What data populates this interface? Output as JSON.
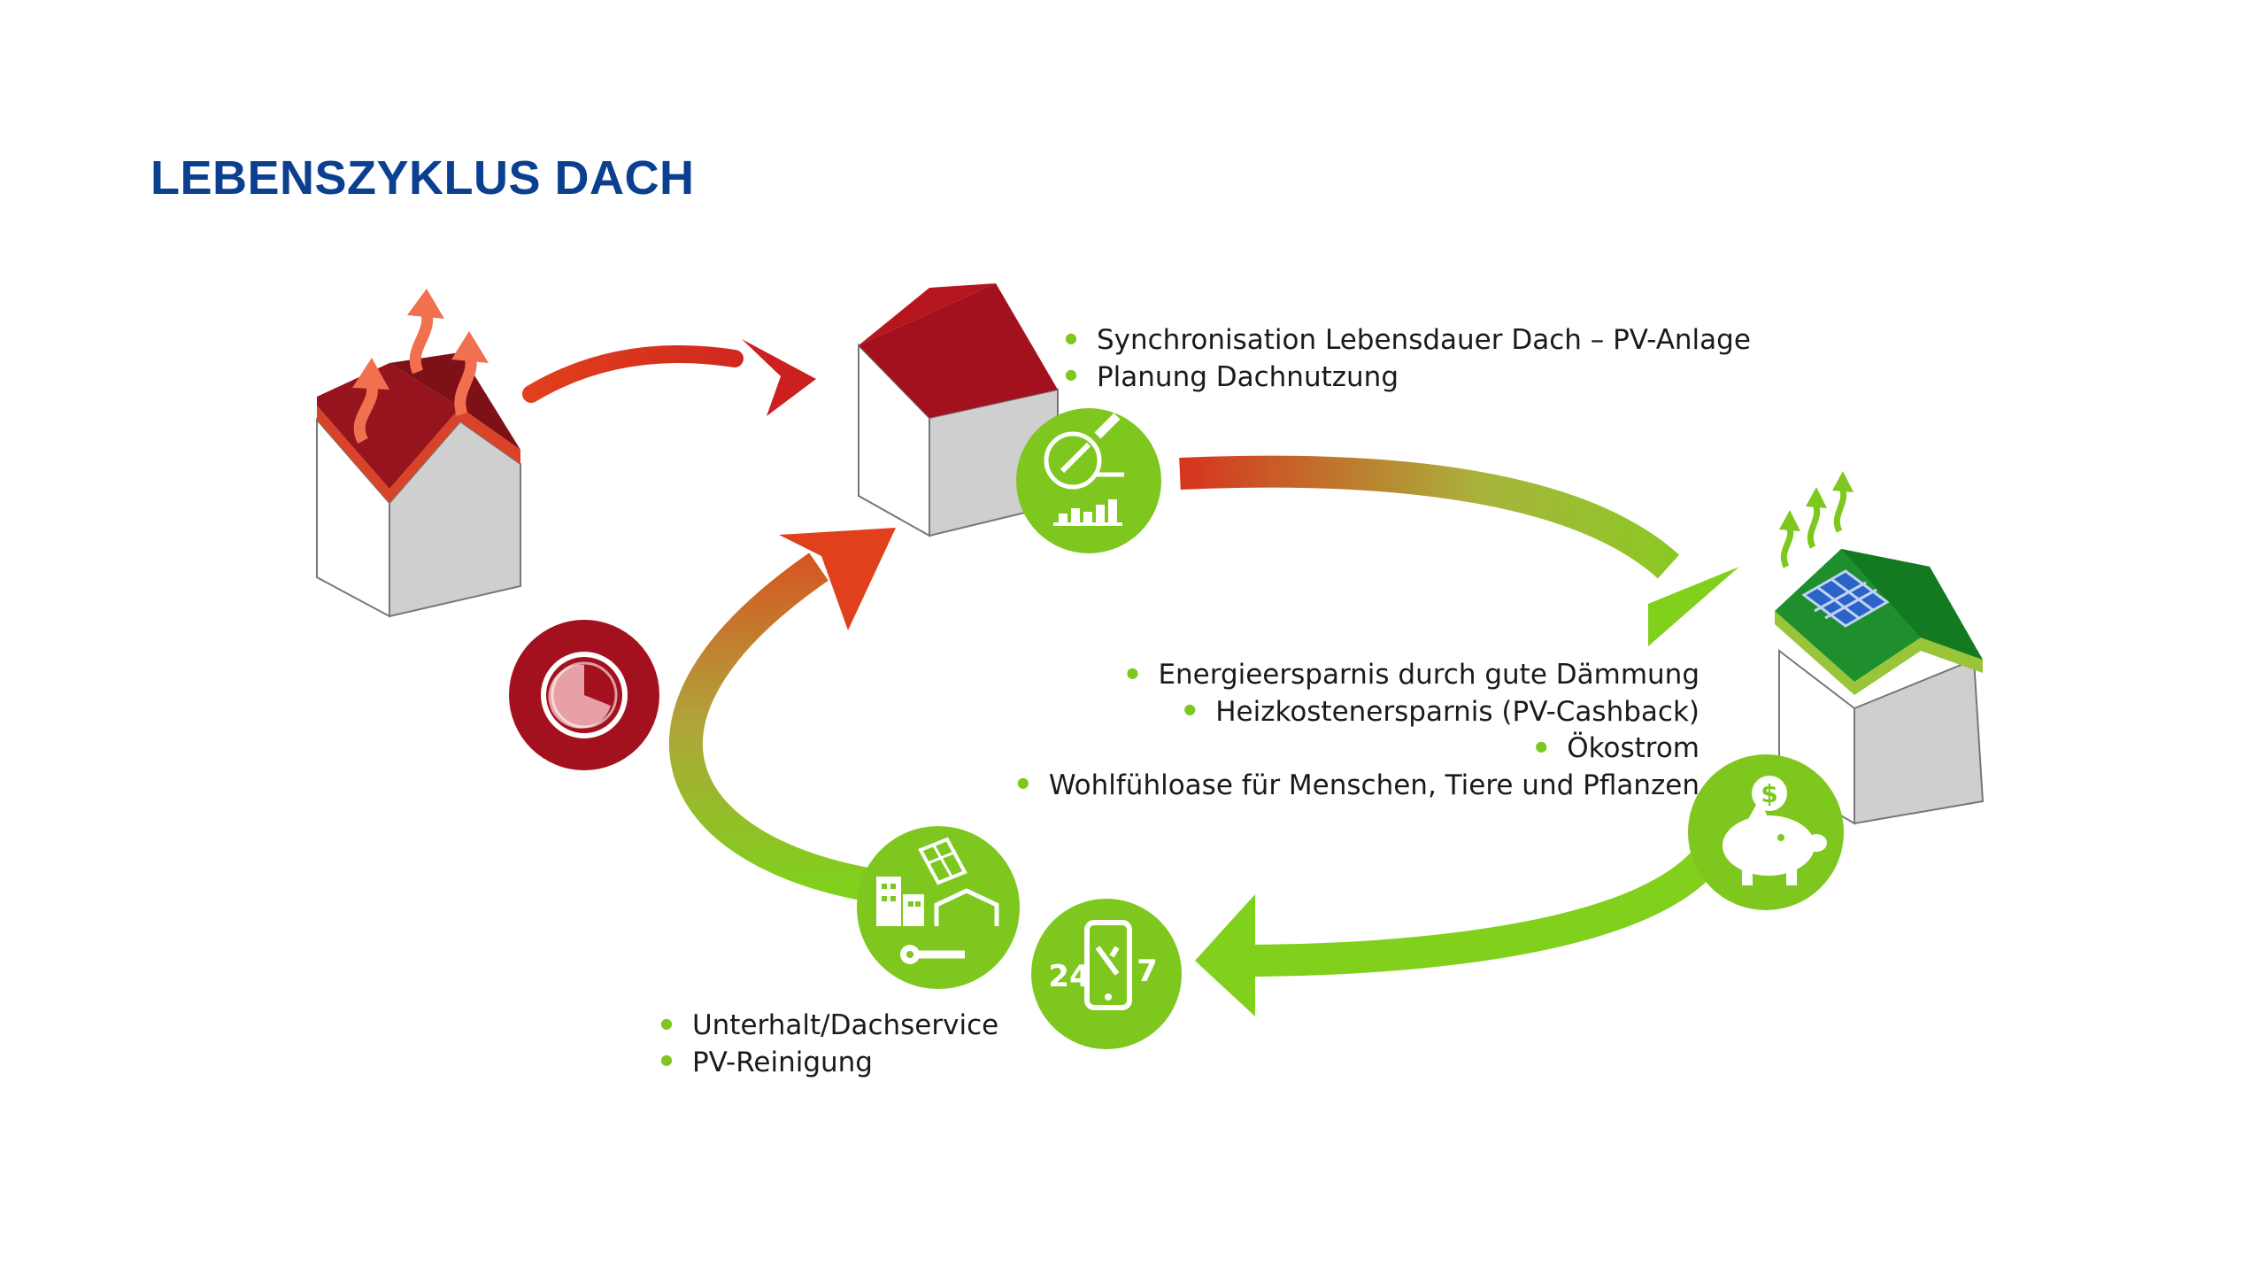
{
  "title": "LEBENSZYKLUS DACH",
  "colors": {
    "title_blue": "#0b3f8f",
    "dark_red": "#a3111e",
    "accent_green": "#7dc71e",
    "arrow_red": "#d8321e",
    "heat_orange": "#f07050"
  },
  "planning": {
    "bullets": [
      "Synchronisation Lebensdauer Dach – PV-Anlage",
      "Planung Dachnutzung"
    ]
  },
  "benefits": {
    "bullets": [
      "Energieersparnis durch gute Dämmung",
      "Heizkostenersparnis (PV-Cashback)",
      "Ökostrom",
      "Wohlfühloase für Menschen, Tiere und Pflanzen"
    ]
  },
  "service": {
    "bullets": [
      "Unterhalt/Dachservice",
      "PV-Reinigung"
    ]
  },
  "icons": {
    "old_house": "house-heat-loss-icon",
    "new_house": "house-red-roof-icon",
    "green_house": "house-green-roof-solar-icon",
    "planning": "planning-chart-icon",
    "savings": "piggy-bank-icon",
    "service_24_7": "smartphone-24-7-icon",
    "maintenance": "buildings-maintenance-icon",
    "time": "clock-icon"
  },
  "service_badge": {
    "left": "24",
    "right": "7"
  }
}
